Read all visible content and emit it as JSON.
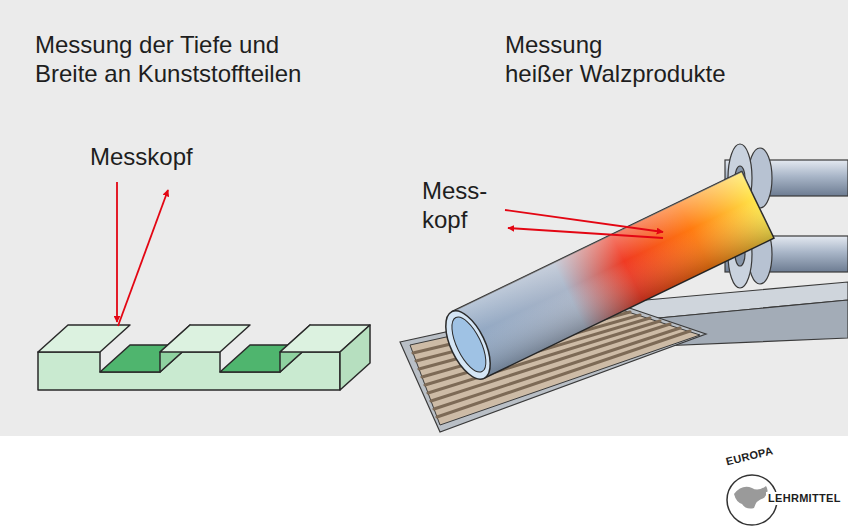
{
  "diagram": {
    "labels": [
      "Messung der Tiefe und Breite an Kunststoffteilen",
      "Messung heißer Walzprodukte",
      "Messkopf",
      "Mess- kopf",
      "EUROPA",
      "LEHRMITTEL"
    ]
  }
}
